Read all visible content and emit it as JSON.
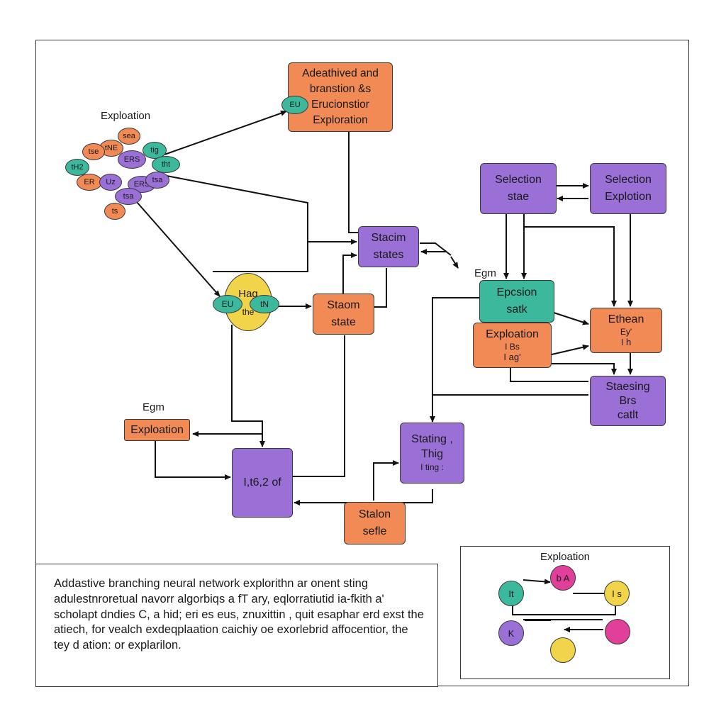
{
  "main_box": {
    "lines": [
      "Adeathived and",
      "branstion &s",
      "Erucionstior",
      "Exploration"
    ],
    "tag": "EU"
  },
  "cluster": {
    "title": "Exploation",
    "nodes": [
      {
        "text": "sea",
        "color": "#f28a55"
      },
      {
        "text": "tNE",
        "color": "#f28a55"
      },
      {
        "text": "tse",
        "color": "#f28a55"
      },
      {
        "text": "tig",
        "color": "#3cb89c"
      },
      {
        "text": "ERS",
        "color": "#9a6fd6"
      },
      {
        "text": "tht",
        "color": "#3cb89c"
      },
      {
        "text": "tH2",
        "color": "#3cb89c"
      },
      {
        "text": "ER",
        "color": "#f28a55"
      },
      {
        "text": "Uz",
        "color": "#9a6fd6"
      },
      {
        "text": "ERS",
        "color": "#9a6fd6"
      },
      {
        "text": "tsa",
        "color": "#9a6fd6"
      },
      {
        "text": "tsa",
        "color": "#9a6fd6"
      },
      {
        "text": "ts",
        "color": "#f28a55"
      }
    ]
  },
  "hub": {
    "top": "Hag",
    "mid": "the",
    "left": "EU",
    "right": "tN"
  },
  "boxes": {
    "stacim": [
      "Stacim",
      "states"
    ],
    "staom": [
      "Staom",
      "state"
    ],
    "exploation_left": [
      "Exploation"
    ],
    "purple_bottom": [
      "I,t6,2  of"
    ],
    "stalon": [
      "Stalon",
      "sefle"
    ],
    "stating": [
      "Stating ,",
      "Thig",
      "I ting :"
    ],
    "selection1": [
      "Selection",
      "stae"
    ],
    "selection2": [
      "Selection",
      "Explotion"
    ],
    "epcsion": [
      "Epcsion",
      "satk"
    ],
    "exploation_mid": [
      "Exploation",
      "I Bs",
      "I ag'"
    ],
    "ethean": [
      "Ethean",
      "Ey'",
      "I h"
    ],
    "staesing": [
      "Staesing",
      "Brs",
      "catlt"
    ]
  },
  "labels": {
    "egm_right": "Egm",
    "egm_left": "Egm"
  },
  "description": [
    "Addastive branching neural network explorithn ar onent sting",
    "adulestnroretual navorr algorbiqs a fT ary, eqlorratiutid ia-fkith a'",
    "scholapt dndies C, a hid; eri es eus, znuxittin , quit esaphar erd exst the",
    "atiech, for vealch exdeqplaation caichiy oe exorlebrid affocentior, the",
    "tey d ation: or explarilon."
  ],
  "inset": {
    "title": "Exploation",
    "nodes": [
      {
        "text": "It",
        "color": "#3cb89c"
      },
      {
        "text": "b A",
        "color": "#e0409a"
      },
      {
        "text": "I s",
        "color": "#f2d44a"
      },
      {
        "text": "K",
        "color": "#9a6fd6"
      },
      {
        "text": "",
        "color": "#e0409a"
      },
      {
        "text": "",
        "color": "#f2d44a"
      }
    ]
  }
}
